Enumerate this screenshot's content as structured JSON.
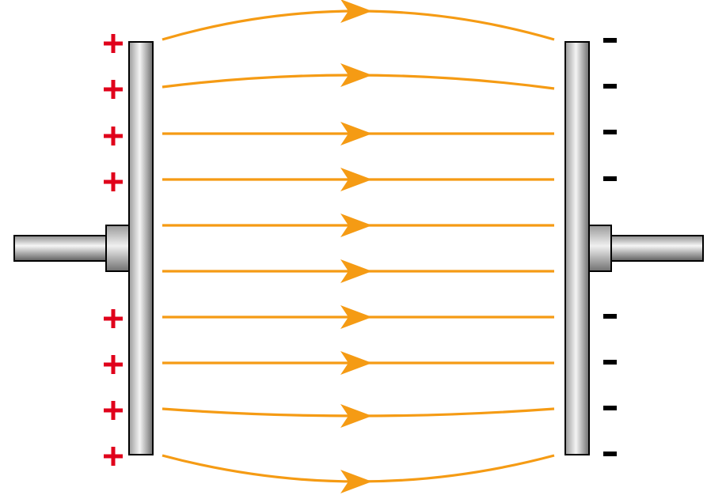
{
  "diagram": {
    "type": "parallel-plate-capacitor-electric-field",
    "colors": {
      "field_line": "#F59B14",
      "positive_sign": "#E0001B",
      "negative_sign": "#000000",
      "plate_light": "#F2F2F2",
      "plate_dark": "#7A7A7A",
      "outline": "#000000"
    },
    "positive_plate": {
      "charge_symbol": "+",
      "charge_count": 8
    },
    "negative_plate": {
      "charge_symbol": "-",
      "charge_count": 8
    },
    "field_lines": {
      "count": 10,
      "direction": "left-to-right",
      "outer_lines_curved": true
    }
  }
}
